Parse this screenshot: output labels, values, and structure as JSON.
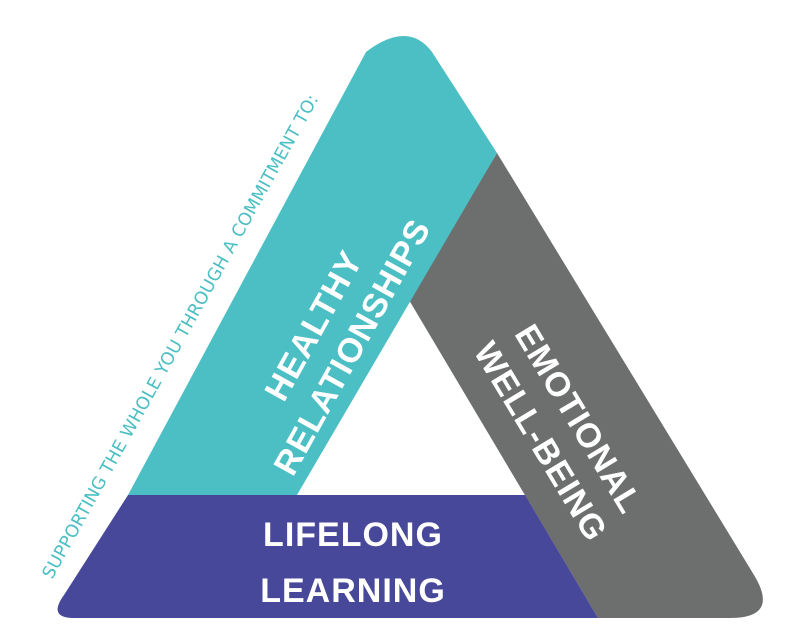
{
  "tagline": "SUPPORTING THE WHOLE YOU THROUGH A COMMITMENT TO:",
  "sides": {
    "healthy_relationships": {
      "line1": "HEALTHY",
      "line2": "RELATIONSHIPS"
    },
    "emotional_wellbeing": {
      "line1": "EMOTIONAL",
      "line2": "WELL-BEING"
    },
    "lifelong_learning": {
      "line1": "LIFELONG",
      "line2": "LEARNING"
    }
  },
  "colors": {
    "teal": "#4cbfc4",
    "gray": "#6d6e6e",
    "indigo": "#48489b",
    "tagline": "#4bbfc3",
    "text": "#ffffff"
  }
}
